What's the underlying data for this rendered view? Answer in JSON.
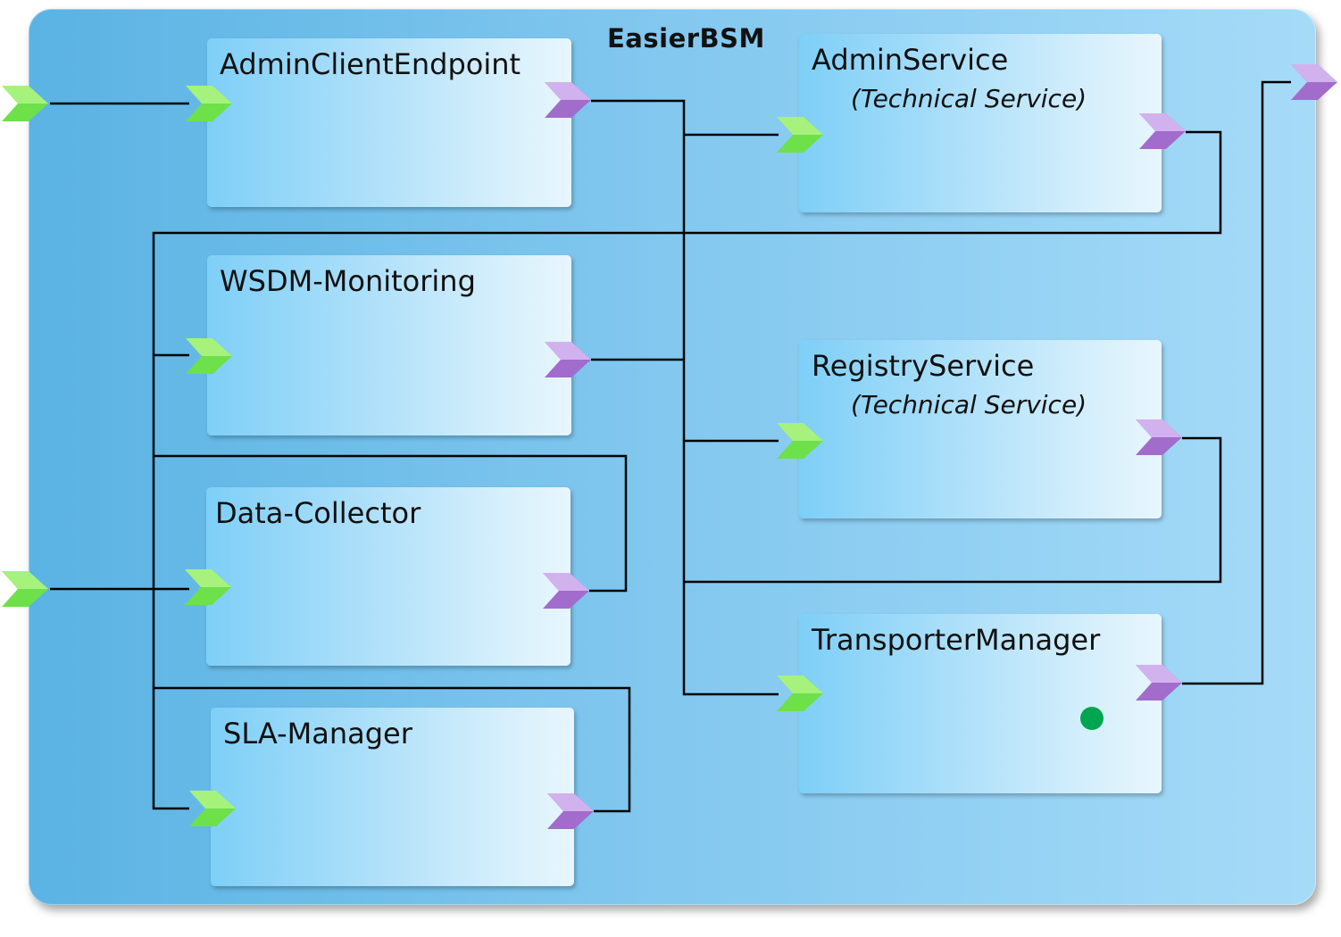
{
  "container": {
    "title": "EasierBSM"
  },
  "components": {
    "admin_client_endpoint": {
      "name": "AdminClientEndpoint"
    },
    "wsdm_monitoring": {
      "name": "WSDM-Monitoring"
    },
    "data_collector": {
      "name": "Data-Collector"
    },
    "sla_manager": {
      "name": "SLA-Manager"
    },
    "admin_service": {
      "name": "AdminService",
      "subtitle": "(Technical Service)"
    },
    "registry_service": {
      "name": "RegistryService",
      "subtitle": "(Technical Service)"
    },
    "transporter_manager": {
      "name": "TransporterManager"
    }
  },
  "colors": {
    "input_port": "#6ee04a",
    "output_port": "#b48ad8",
    "status_indicator": "#00a64f",
    "connector": "#000000"
  }
}
